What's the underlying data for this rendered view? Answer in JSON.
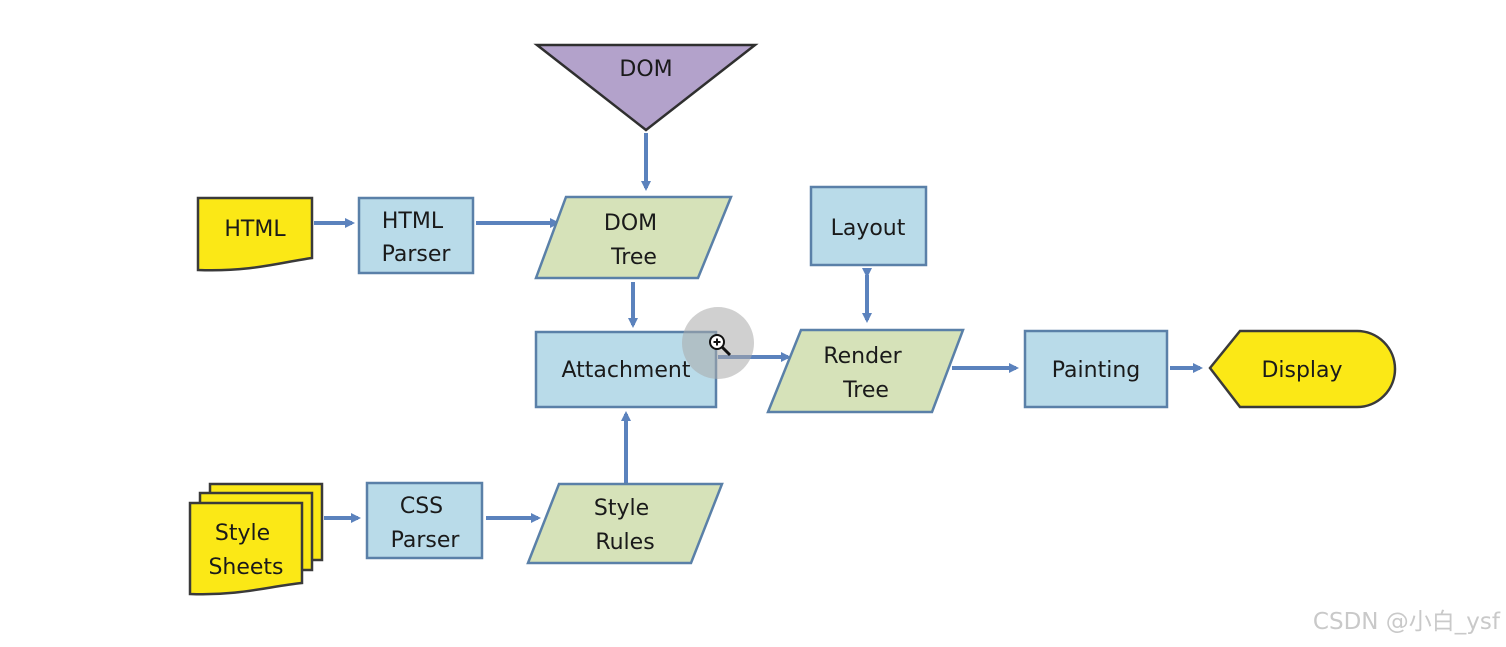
{
  "nodes": {
    "dom": "DOM",
    "html": "HTML",
    "html_parser": [
      "HTML",
      "Parser"
    ],
    "dom_tree": [
      "DOM",
      "Tree"
    ],
    "layout": "Layout",
    "attachment": "Attachment",
    "render_tree": [
      "Render",
      "Tree"
    ],
    "painting": "Painting",
    "display": "Display",
    "style_sheets": [
      "Style",
      "Sheets"
    ],
    "css_parser": [
      "CSS",
      "Parser"
    ],
    "style_rules": [
      "Style",
      "Rules"
    ]
  },
  "watermark": "CSDN @小白_ysf",
  "colors": {
    "process_fill": "#b9dbe9",
    "data_fill": "#d6e2b9",
    "io_fill": "#fbe816",
    "dom_fill": "#b3a2cb",
    "arrow": "#5b82bd"
  }
}
